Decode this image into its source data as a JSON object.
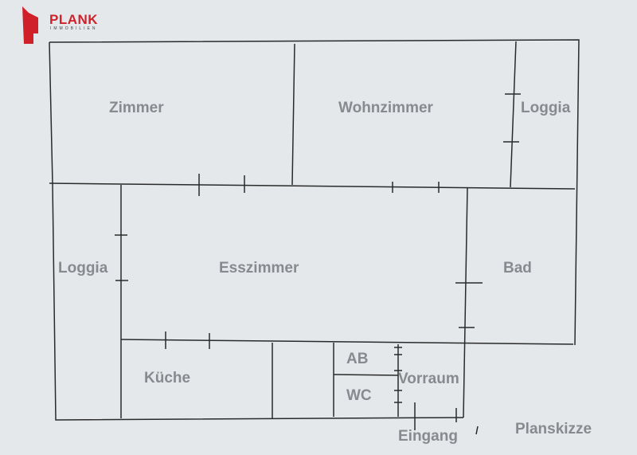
{
  "logo": {
    "name": "PLANK",
    "sub": "IMMOBILIEN",
    "color": "#d0212b"
  },
  "rooms": {
    "zimmer": "Zimmer",
    "wohnzimmer": "Wohnzimmer",
    "loggia_right": "Loggia",
    "loggia_left": "Loggia",
    "esszimmer": "Esszimmer",
    "bad": "Bad",
    "kueche": "Küche",
    "ab": "AB",
    "wc": "WC",
    "vorraum": "Vorraum",
    "eingang": "Eingang"
  },
  "caption": "Planskizze"
}
